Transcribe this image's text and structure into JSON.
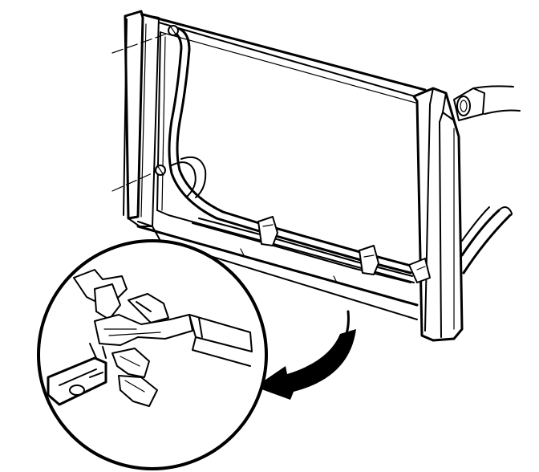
{
  "figure": {
    "background_color": "#ffffff",
    "line_color": "#000000",
    "labels": []
  },
  "parts": {
    "radiator_core": "radiator-frame",
    "left_tank": "left-side-tank",
    "right_tank": "right-side-tank",
    "hoses": "cooler-lines",
    "clips": "line-retaining-clips",
    "detail_view": "clip-detail-magnified",
    "pointer": "curved-arrow-indicator"
  }
}
